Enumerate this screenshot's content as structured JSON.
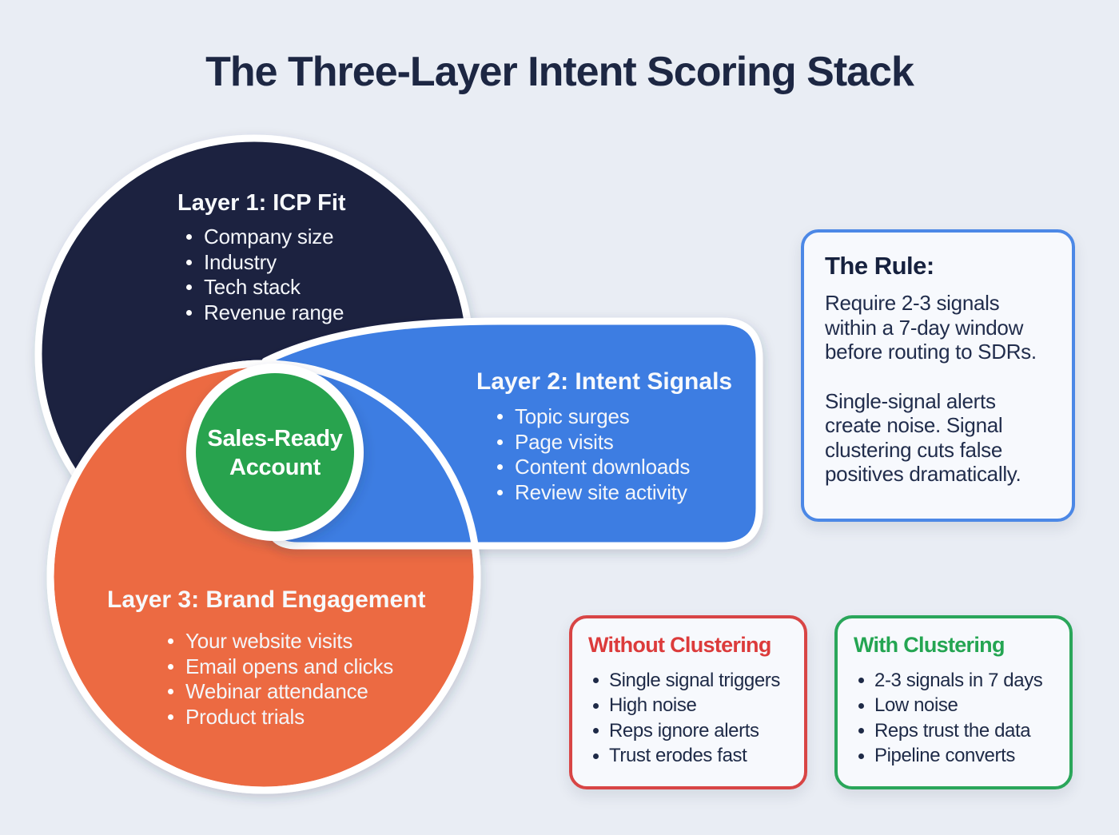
{
  "title": "The Three-Layer Intent Scoring Stack",
  "venn": {
    "layer1": {
      "heading": "Layer 1: ICP Fit",
      "items": [
        "Company size",
        "Industry",
        "Tech stack",
        "Revenue range"
      ],
      "color": "#1b2440"
    },
    "layer2": {
      "heading": "Layer 2: Intent Signals",
      "items": [
        "Topic surges",
        "Page visits",
        "Content downloads",
        "Review site activity"
      ],
      "color": "#3d7de2"
    },
    "layer3": {
      "heading": "Layer 3: Brand Engagement",
      "items": [
        "Your website visits",
        "Email opens and clicks",
        "Webinar attendance",
        "Product trials"
      ],
      "color": "#ec6a42"
    },
    "center": {
      "line1": "Sales-Ready",
      "line2": "Account",
      "color": "#28a34e"
    }
  },
  "rule_box": {
    "heading": "The Rule:",
    "paragraphs": [
      "Require 2-3 signals within a 7-day window before routing to SDRs.",
      "Single-signal alerts create noise. Signal clustering cuts false positives dramatically."
    ],
    "border_color": "#4c88e6"
  },
  "without_box": {
    "heading": "Without Clustering",
    "items": [
      "Single signal triggers",
      "High noise",
      "Reps ignore alerts",
      "Trust erodes fast"
    ],
    "accent_color": "#d84545"
  },
  "with_box": {
    "heading": "With Clustering",
    "items": [
      "2-3 signals in 7 days",
      "Low noise",
      "Reps trust the data",
      "Pipeline converts"
    ],
    "accent_color": "#2aa65a"
  }
}
